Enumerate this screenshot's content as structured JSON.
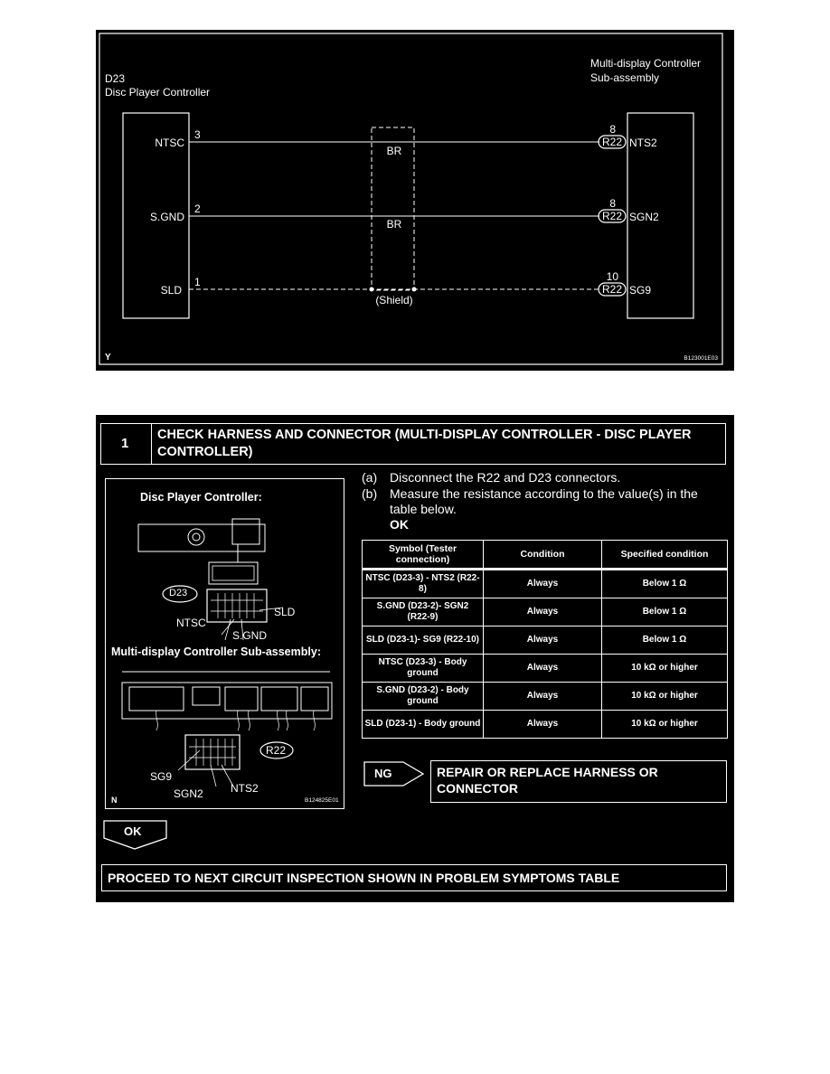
{
  "wiring": {
    "left_code": "D23",
    "left_name": "Disc Player Controller",
    "right_name_line1": "Multi-display Controller",
    "right_name_line2": "Sub-assembly",
    "wire_color_1": "BR",
    "wire_color_2": "BR",
    "shield_label": "(Shield)",
    "left_pins": [
      {
        "signal": "NTSC",
        "pin": "3"
      },
      {
        "signal": "S.GND",
        "pin": "2"
      },
      {
        "signal": "SLD",
        "pin": "1"
      }
    ],
    "right_pins": [
      {
        "connector": "R22",
        "pin": "8",
        "signal": "NTS2"
      },
      {
        "connector": "R22",
        "pin": "8",
        "signal": "SGN2"
      },
      {
        "connector": "R22",
        "pin": "10",
        "signal": "SG9"
      }
    ],
    "corner_letter": "Y",
    "figure_id": "B123001E03"
  },
  "step": {
    "number": "1",
    "title_line1": "CHECK HARNESS AND CONNECTOR (MULTI-DISPLAY CONTROLLER - DISC PLAYER",
    "title_line2": "CONTROLLER)",
    "illustration": {
      "label_top": "Disc Player Controller:",
      "label_d23": "D23",
      "label_sld": "SLD",
      "label_ntsc": "NTSC",
      "label_sgnd": "S.GND",
      "label_bottom": "Multi-display Controller Sub-assembly:",
      "label_r22": "R22",
      "label_sg9": "SG9",
      "label_sgn2": "SGN2",
      "label_nts2": "NTS2",
      "corner_letter": "N",
      "figure_id": "B124825E01"
    },
    "instructions": [
      {
        "marker": "(a)",
        "text": "Disconnect the R22 and D23 connectors."
      },
      {
        "marker": "(b)",
        "text": "Measure the resistance according to the value(s) in the",
        "text2": "table below."
      }
    ],
    "ok_label": "OK",
    "table": {
      "headers": [
        "Symbol (Tester connection)",
        "Condition",
        "Specified condition"
      ],
      "rows": [
        [
          "NTSC (D23-3) - NTS2 (R22-8)",
          "Always",
          "Below 1 Ω"
        ],
        [
          "S.GND (D23-2)- SGN2 (R22-9)",
          "Always",
          "Below 1 Ω"
        ],
        [
          "SLD (D23-1)- SG9 (R22-10)",
          "Always",
          "Below 1 Ω"
        ],
        [
          "NTSC (D23-3) - Body ground",
          "Always",
          "10 kΩ or higher"
        ],
        [
          "S.GND (D23-2) - Body ground",
          "Always",
          "10 kΩ or higher"
        ],
        [
          "SLD (D23-1) - Body ground",
          "Always",
          "10 kΩ or higher"
        ]
      ]
    },
    "ng_label": "NG",
    "ng_action_line1": "REPAIR OR REPLACE HARNESS OR",
    "ng_action_line2": "CONNECTOR",
    "ok_arrow_label": "OK",
    "proceed": "PROCEED TO NEXT CIRCUIT INSPECTION SHOWN IN PROBLEM SYMPTOMS TABLE"
  }
}
